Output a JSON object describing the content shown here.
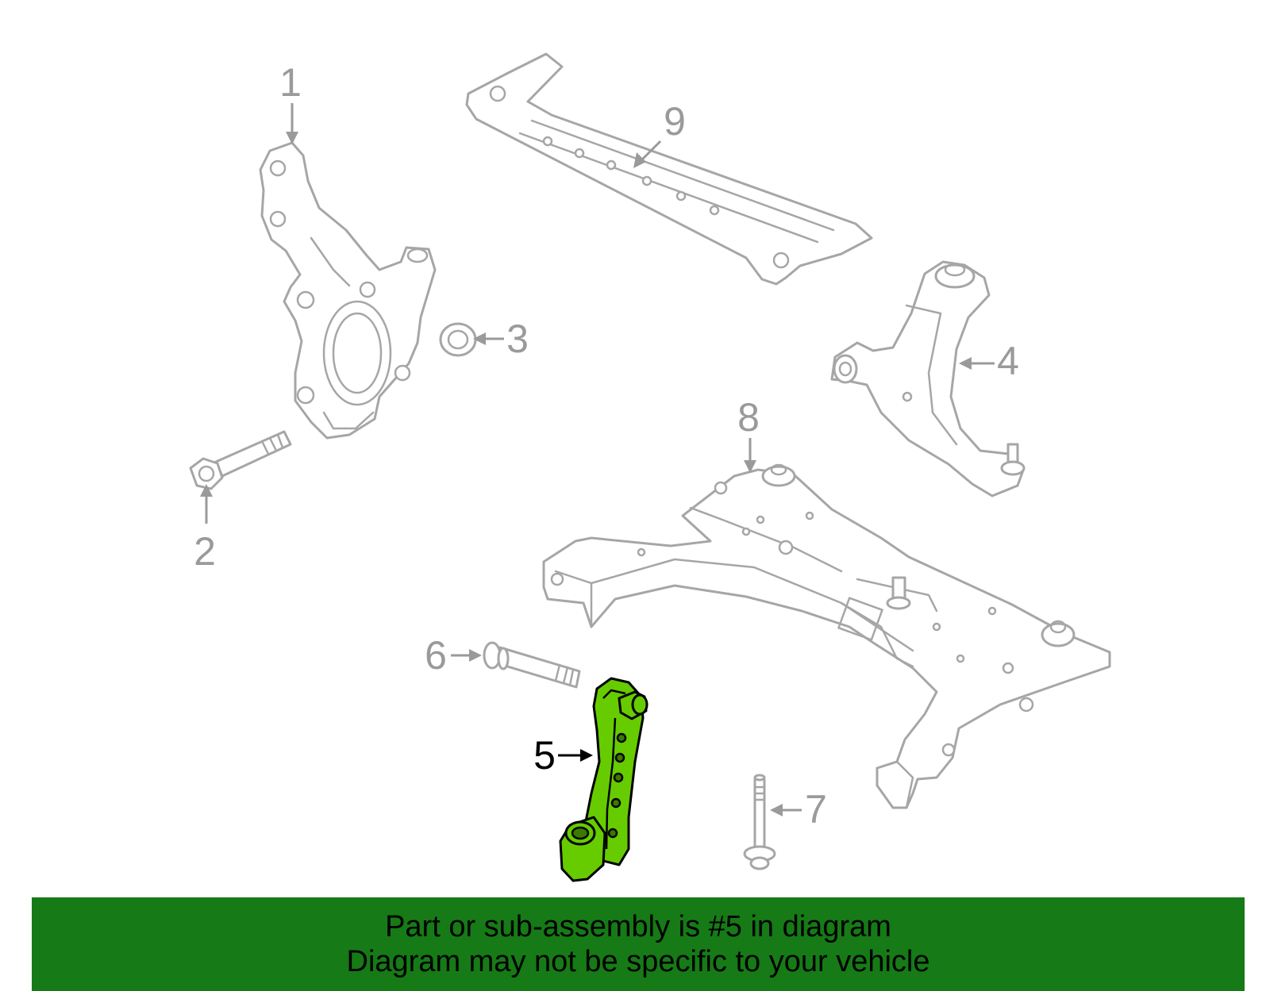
{
  "callouts": {
    "c1": "1",
    "c2": "2",
    "c3": "3",
    "c4": "4",
    "c5": "5",
    "c6": "6",
    "c7": "7",
    "c8": "8",
    "c9": "9"
  },
  "highlighted_part": "5",
  "colors": {
    "highlight_fill": "#66cc00",
    "part_outline": "#a6a6a6",
    "banner_background": "#167a16"
  },
  "banner": {
    "line1": "Part or sub-assembly is #5 in diagram",
    "line2": "Diagram may not be specific to your vehicle"
  }
}
